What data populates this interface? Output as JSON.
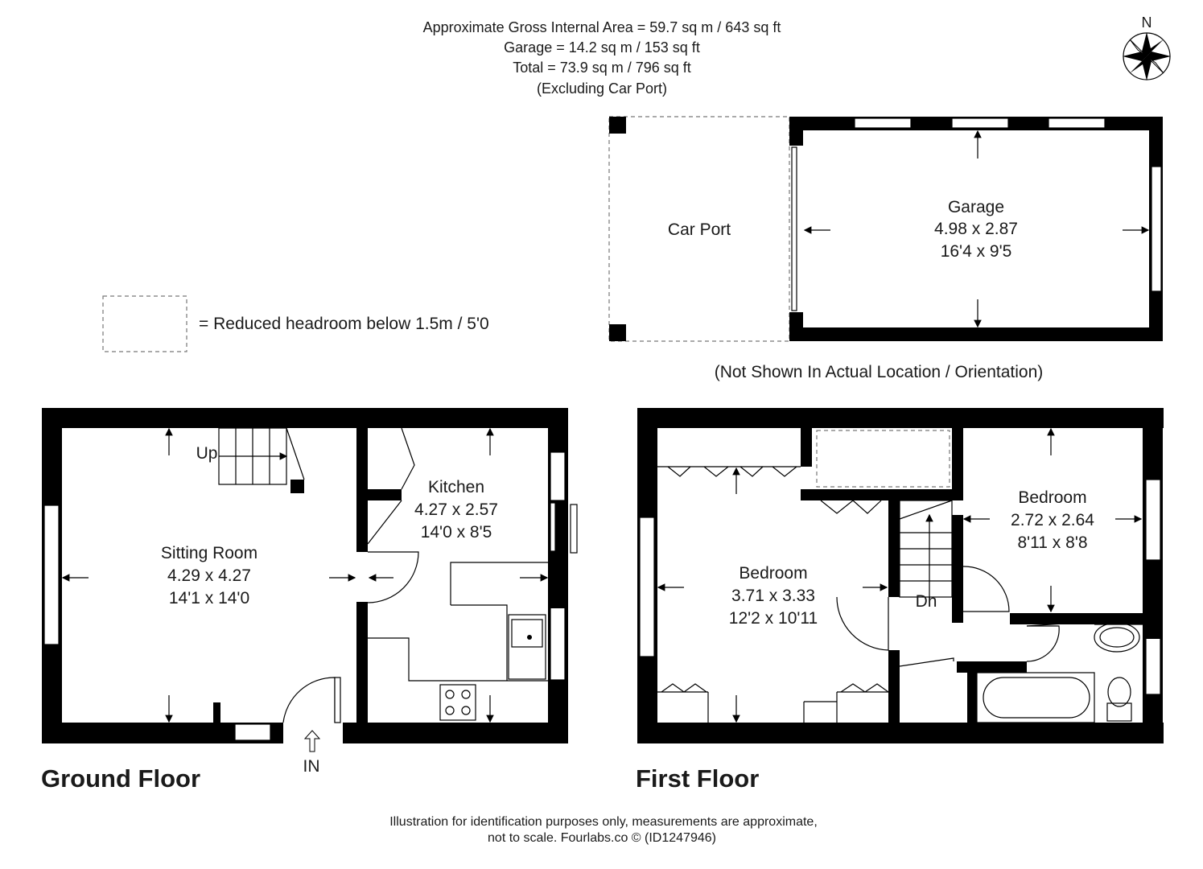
{
  "header": {
    "line1": "Approximate Gross Internal Area = 59.7 sq m / 643 sq ft",
    "line2": "Garage = 14.2 sq m / 153 sq ft",
    "line3": "Total = 73.9 sq m / 796 sq ft",
    "line4": "(Excluding Car Port)"
  },
  "compass": {
    "label": "N",
    "icon": "compass-rose-icon"
  },
  "legend": {
    "text": "= Reduced headroom below 1.5m / 5'0"
  },
  "garage_block": {
    "car_port": "Car Port",
    "garage_name": "Garage",
    "garage_metric": "4.98 x 2.87",
    "garage_imperial": "16'4 x 9'5",
    "note": "(Not Shown In Actual Location / Orientation)"
  },
  "ground_floor": {
    "title": "Ground Floor",
    "stairs_label": "Up",
    "entrance_label": "IN",
    "sitting_room": {
      "name": "Sitting Room",
      "metric": "4.29 x 4.27",
      "imperial": "14'1 x 14'0"
    },
    "kitchen": {
      "name": "Kitchen",
      "metric": "4.27 x 2.57",
      "imperial": "14'0 x 8'5"
    }
  },
  "first_floor": {
    "title": "First Floor",
    "stairs_label": "Dn",
    "bedroom_main": {
      "name": "Bedroom",
      "metric": "3.71 x 3.33",
      "imperial": "12'2 x 10'11"
    },
    "bedroom_second": {
      "name": "Bedroom",
      "metric": "2.72 x 2.64",
      "imperial": "8'11 x 8'8"
    }
  },
  "footer": {
    "line1": "Illustration for identification purposes only, measurements are approximate,",
    "line2": "not to scale. Fourlabs.co © (ID1247946)"
  }
}
